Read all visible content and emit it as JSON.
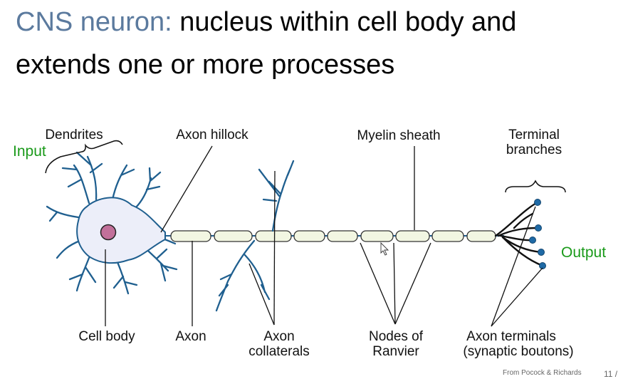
{
  "title": {
    "accent": "CNS neuron:",
    "rest": " nucleus within cell body and",
    "line2": "extends one or more processes"
  },
  "labels": {
    "dendrites": "Dendrites",
    "input": "Input",
    "axon_hillock": "Axon hillock",
    "myelin_sheath": "Myelin sheath",
    "terminal_1": "Terminal",
    "terminal_2": "branches",
    "output": "Output",
    "cell_body": "Cell body",
    "axon": "Axon",
    "collaterals_1": "Axon",
    "collaterals_2": "collaterals",
    "nodes_1": "Nodes of",
    "nodes_2": "Ranvier",
    "terminals_1": "Axon terminals",
    "terminals_2": "(synaptic boutons)"
  },
  "footer": {
    "credit": "From Pocock & Richards",
    "page": "11 /"
  },
  "colors": {
    "title_accent": "#5b7a9e",
    "dendrite_blue": "#1f5f8f",
    "soma_fill": "#eceef9",
    "nucleus": "#c2709a",
    "myelin_fill": "#f2f6e2",
    "green_label": "#1a9a1a"
  }
}
